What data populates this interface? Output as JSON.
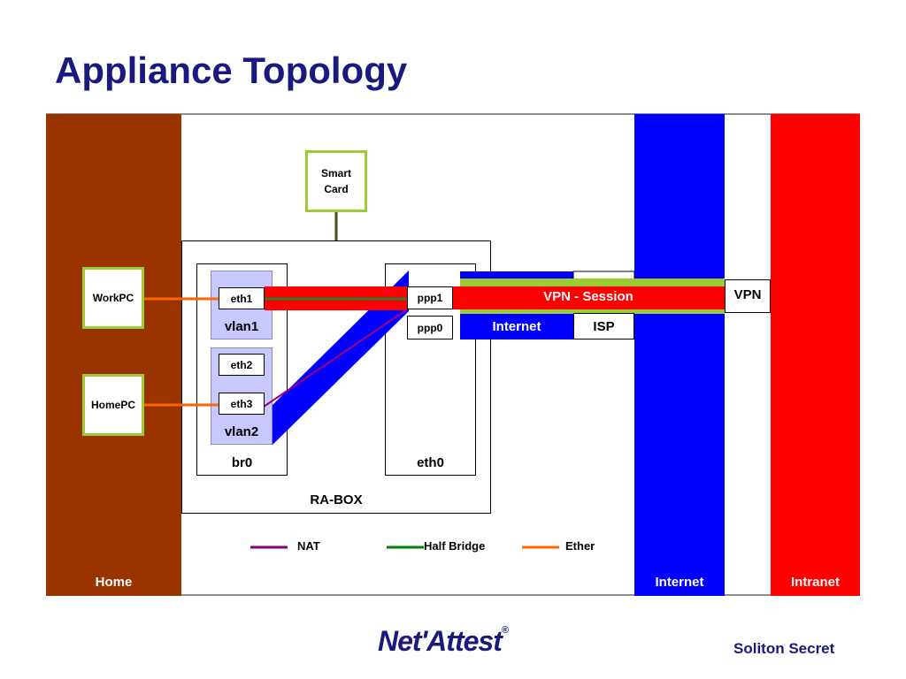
{
  "title": "Appliance Topology",
  "zones": {
    "home": "Home",
    "internet": "Internet",
    "intranet": "Intranet"
  },
  "devices": {
    "smart_card": [
      "Smart",
      "Card"
    ],
    "work_pc": "WorkPC",
    "home_pc": "HomePC",
    "ra_box": "RA-BOX",
    "br0": "br0",
    "eth0": "eth0",
    "vlan1": "vlan1",
    "vlan2": "vlan2",
    "eth1": "eth1",
    "eth2": "eth2",
    "eth3": "eth3",
    "ppp1": "ppp1",
    "ppp0": "ppp0",
    "vpn_session": "VPN - Session",
    "internet_link": "Internet",
    "isp": "ISP",
    "vpn": "VPN"
  },
  "legend": [
    {
      "label": "NAT",
      "color": "#800080"
    },
    {
      "label": "Half Bridge",
      "color": "#008000"
    },
    {
      "label": "Ether",
      "color": "#ff6600"
    }
  ],
  "colors": {
    "title": "#1a1a7e",
    "home": "#993300",
    "internet": "#0000ff",
    "intranet": "#ff0000",
    "pc_border": "#9acd32"
  },
  "footer": {
    "logo": "Net'Attest",
    "registered": "®",
    "classification": "Soliton Secret"
  }
}
